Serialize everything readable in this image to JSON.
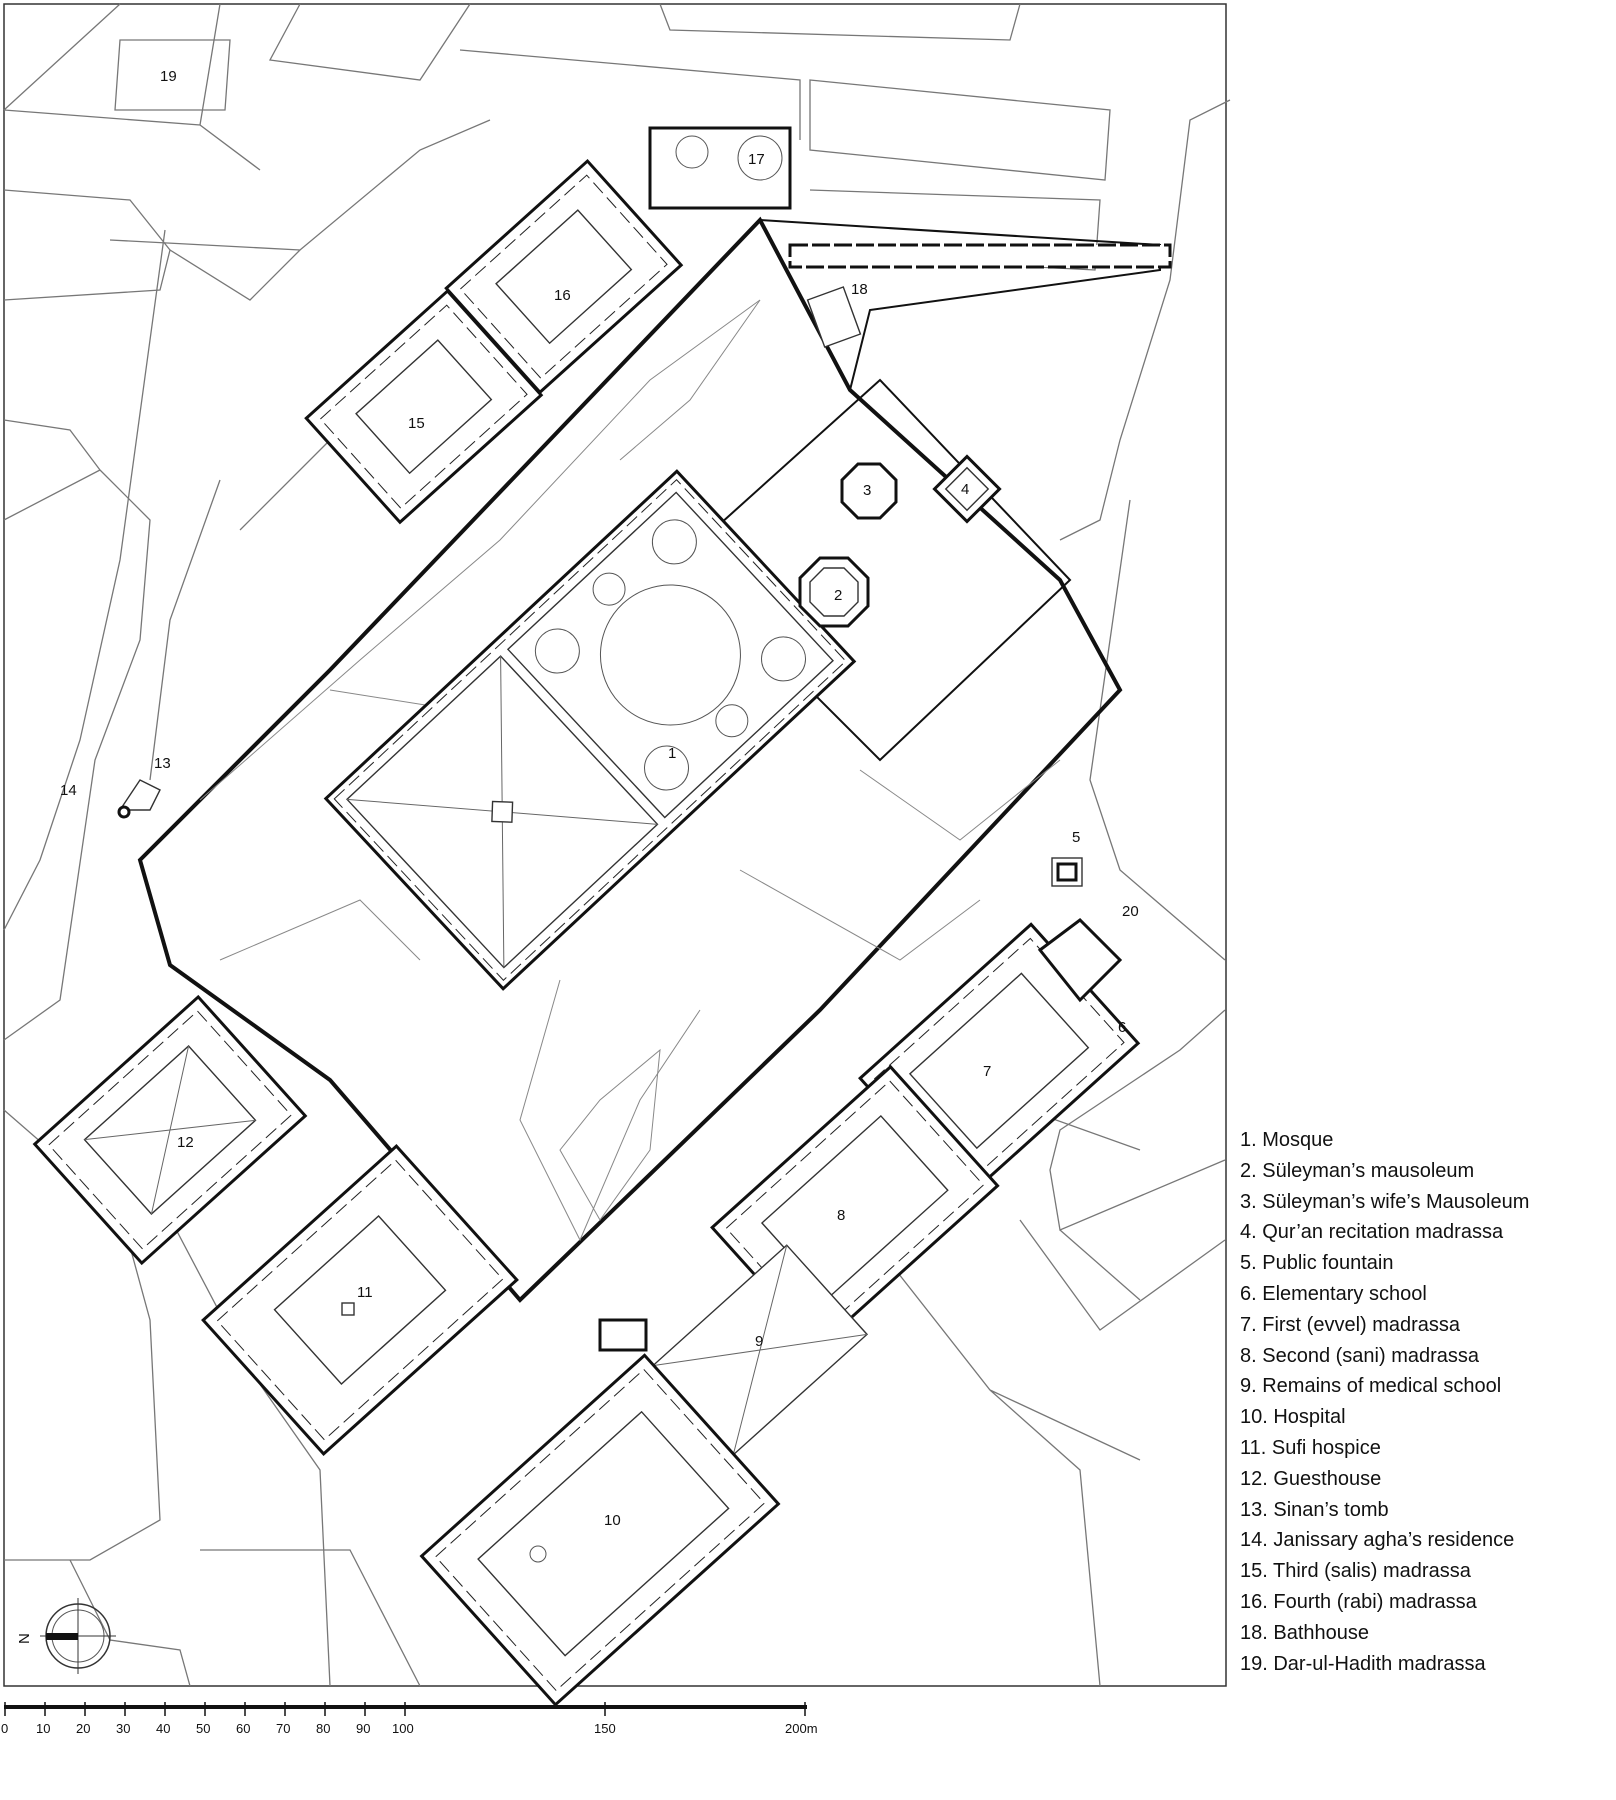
{
  "plan": {
    "site_labels": [
      "1",
      "2",
      "3",
      "4",
      "5",
      "6",
      "7",
      "8",
      "9",
      "10",
      "11",
      "12",
      "13",
      "14",
      "15",
      "16",
      "17",
      "18",
      "19",
      "20"
    ],
    "north_label": "N"
  },
  "legend": [
    "1. Mosque",
    "2. Süleyman’s mausoleum",
    "3. Süleyman’s  wife’s Mausoleum",
    "4. Qur’an recitation madrassa",
    "5. Public fountain",
    "6. Elementary school",
    "7. First (evvel) madrassa",
    "8. Second (sani) madrassa",
    "9. Remains of medical school",
    "10. Hospital",
    "11. Sufi hospice",
    "12. Guesthouse",
    "13. Sinan’s tomb",
    "14. Janissary agha’s residence",
    "15. Third (salis) madrassa",
    "16. Fourth (rabi) madrassa",
    "18. Bathhouse",
    "19. Dar-ul-Hadith madrassa"
  ],
  "scale": {
    "ticks": [
      "0",
      "10",
      "20",
      "30",
      "40",
      "50",
      "60",
      "70",
      "80",
      "90",
      "100",
      "150",
      "200m"
    ]
  }
}
